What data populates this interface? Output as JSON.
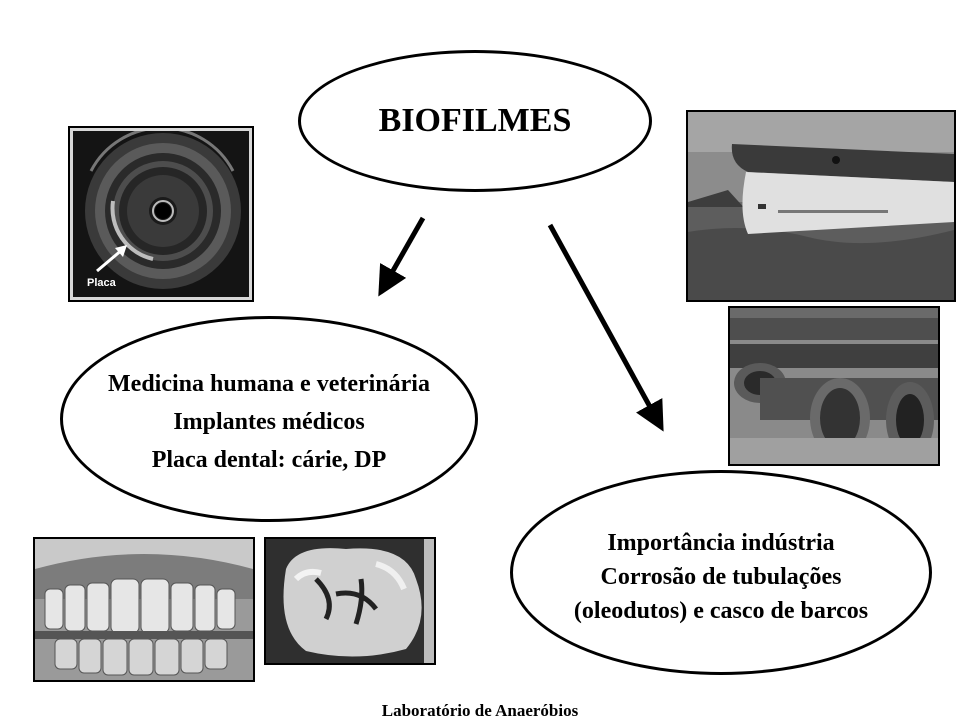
{
  "title": "BIOFILMES",
  "medicine": {
    "lines": [
      "Medicina humana e veterinária",
      "Implantes médicos",
      "Placa dental: cárie, DP"
    ]
  },
  "industry": {
    "lines": [
      "Importância indústria",
      "Corrosão de tubulações",
      "(oleodutos) e casco de barcos"
    ]
  },
  "images": {
    "ivus": {
      "label": "Placa",
      "description_icon": "ultrasound-image"
    },
    "ship": {
      "description_icon": "ship-hull-image"
    },
    "pipes": {
      "description_icon": "corroded-pipes-image"
    },
    "teeth": {
      "description_icon": "dental-plaque-image"
    },
    "molar": {
      "description_icon": "tooth-caries-image"
    }
  },
  "footer": "Laboratório de Anaeróbios"
}
